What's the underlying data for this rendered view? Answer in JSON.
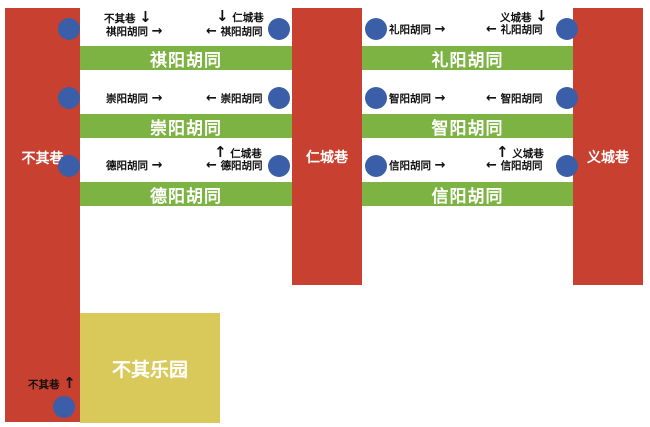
{
  "streets": {
    "buqi": "不其巷",
    "rencheng": "仁城巷",
    "yicheng": "义城巷"
  },
  "hutongs": {
    "qiyang": "祺阳胡同",
    "liyang": "礼阳胡同",
    "chongyang": "崇阳胡同",
    "zhiyang": "智阳胡同",
    "deyang": "德阳胡同",
    "xinyang": "信阳胡同"
  },
  "park": "不其乐园",
  "signs": {
    "row1_left_a": "不其巷",
    "row1_left_b": "祺阳胡同",
    "row1_mid_a": "仁城巷",
    "row1_mid_b": "祺阳胡同",
    "row1_right_a": "礼阳胡同",
    "row1_right_b": "义城巷",
    "row1_right_c": "礼阳胡同",
    "row2_left": "崇阳胡同",
    "row2_mid": "崇阳胡同",
    "row2_right_a": "智阳胡同",
    "row2_right_b": "智阳胡同",
    "row3_left": "德阳胡同",
    "row3_mid_a": "仁城巷",
    "row3_mid_b": "德阳胡同",
    "row3_right_a": "信阳胡同",
    "row3_right_b": "义城巷",
    "row3_right_c": "信阳胡同",
    "bottom": "不其巷"
  },
  "arrows": {
    "right": "→",
    "left": "←",
    "up": "↑",
    "down": "↓"
  },
  "colors": {
    "street": "#c8402f",
    "hutong": "#7cb342",
    "park": "#d8c95a",
    "marker": "#3b5ea8"
  },
  "icon_names": [
    "location-marker-icon",
    "arrow-right-icon",
    "arrow-left-icon",
    "arrow-up-icon",
    "arrow-down-icon"
  ]
}
